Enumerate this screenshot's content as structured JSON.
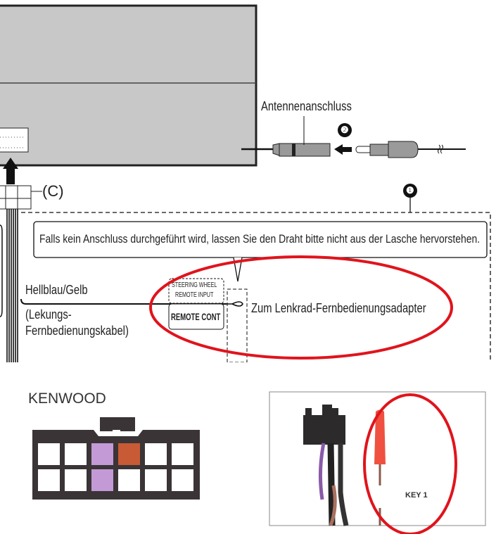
{
  "diagram": {
    "antenna_label": "Antennenanschluss",
    "marker_1": "❶",
    "marker_2": "❷",
    "connector_label": "(C)",
    "note": "Falls kein Anschluss durchgeführt wird, lassen Sie den Draht bitte nicht aus der Lasche hervorstehen.",
    "wire_color_label": "Hellblau/Gelb",
    "wire_desc_line1": "(Lekungs-",
    "wire_desc_line2": "Fernbedienungskabel)",
    "steering_input_line1": "STEERING WHEEL",
    "steering_input_line2": "REMOTE INPUT",
    "remote_cont": "REMOTE CONT",
    "adapter_label": "Zum Lenkrad-Fernbedienungsadapter"
  },
  "pinout": {
    "brand": "KENWOOD",
    "colors": {
      "purple": "#c39ad6",
      "orange": "#c85a35",
      "body": "#3a3436"
    }
  },
  "photo": {
    "label": "KEY 1"
  },
  "colors": {
    "highlight": "#e0141c",
    "unit_gray": "#c8c8c8"
  }
}
